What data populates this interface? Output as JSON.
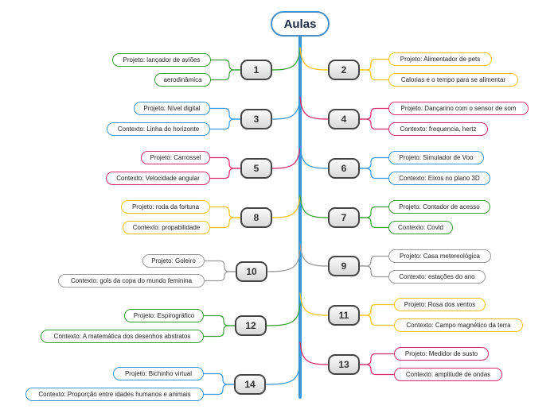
{
  "root": {
    "title": "Aulas"
  },
  "colors": {
    "trunk": "#2f8fd0",
    "green": "#3aa035",
    "yellow": "#f0c419",
    "blue": "#3a96d9",
    "pink": "#d62a6a",
    "gray": "#999999"
  },
  "topics": [
    {
      "num": "1",
      "color": "green",
      "items": [
        "Projeto: lançador de aviões",
        "aerodinâmica"
      ]
    },
    {
      "num": "2",
      "color": "yellow",
      "items": [
        "Projeto: Alimentador de pets",
        "Calorias e o tempo para se alimentar"
      ]
    },
    {
      "num": "3",
      "color": "blue",
      "items": [
        "Projeto: Nível digital",
        "Contexto: Linha do horizonte"
      ]
    },
    {
      "num": "4",
      "color": "pink",
      "items": [
        "Projeto: Dançarino com o sensor de som",
        "Contexto: frequencia, hertz"
      ]
    },
    {
      "num": "5",
      "color": "pink",
      "items": [
        "Projeto: Carrossel",
        "Contexto: Velocidade angular"
      ]
    },
    {
      "num": "6",
      "color": "blue",
      "items": [
        "Projeto: Simulador de Voo",
        "Contexto: Eixos no plano 3D"
      ]
    },
    {
      "num": "8",
      "color": "yellow",
      "items": [
        "Projeto: roda da fortuna",
        "Contexto: propabilidade"
      ]
    },
    {
      "num": "7",
      "color": "green",
      "items": [
        "Projeto: Contador de acesso",
        "Contexto: Covid"
      ]
    },
    {
      "num": "10",
      "color": "gray",
      "items": [
        "Projeto: Goleiro",
        "Contexto: gols da copa do mundo feminina"
      ]
    },
    {
      "num": "9",
      "color": "gray",
      "items": [
        "Projeto: Casa metereológica",
        "Contexto: estações do ano"
      ]
    },
    {
      "num": "12",
      "color": "green",
      "items": [
        "Projeto: Espirográfico",
        "Contexto: A matemática dos desenhos abstratos"
      ]
    },
    {
      "num": "11",
      "color": "yellow",
      "items": [
        "Projeto: Rosa dos ventos",
        "Contexto: Campo magnético da terra"
      ]
    },
    {
      "num": "14",
      "color": "blue",
      "items": [
        "Projeto:  Bichinho virtual",
        "Contexto: Proporção entre idades humanos e animais"
      ]
    },
    {
      "num": "13",
      "color": "pink",
      "items": [
        "Projeto: Medidor de susto",
        "Contexto: amplitude de ondas"
      ]
    }
  ]
}
